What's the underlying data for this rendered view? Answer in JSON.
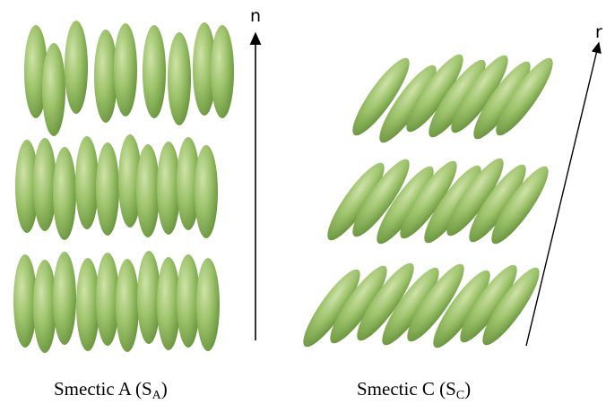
{
  "panels": [
    {
      "id": "smectic-a",
      "caption": {
        "main": "Smectic A (S",
        "subscript": "A",
        "close": ")"
      },
      "director_label": "n",
      "molecule_tilt_deg": 0,
      "layer_count": 3
    },
    {
      "id": "smectic-c",
      "caption": {
        "main": "Smectic C (S",
        "subscript": "C",
        "close": ")"
      },
      "director_label": "r",
      "molecule_tilt_deg": 35,
      "layer_count": 3
    }
  ],
  "colors": {
    "molecule_light": "#cfe3a8",
    "molecule_mid": "#9cc26a",
    "molecule_dark": "#5d8a33",
    "arrow": "#000000"
  }
}
